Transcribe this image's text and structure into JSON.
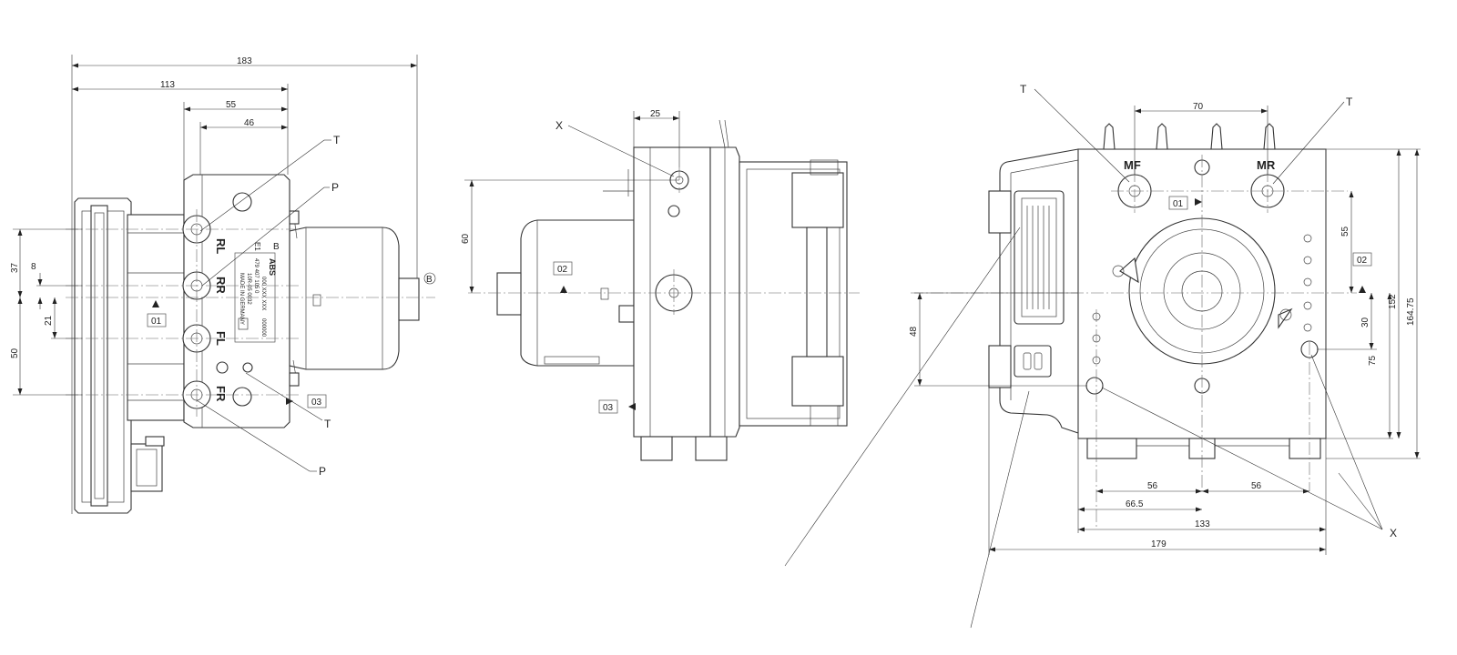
{
  "left_view": {
    "dims": {
      "d183": "183",
      "d113": "113",
      "d55": "55",
      "d46": "46",
      "d37": "37",
      "d8": "8",
      "d21": "21",
      "d50": "50"
    },
    "ports": {
      "rl": "RL",
      "rr": "RR",
      "fl": "FL",
      "fr": "FR"
    },
    "callouts": {
      "t_top": "T",
      "p_top": "P",
      "t_bottom": "T",
      "p_bottom": "P",
      "b_right": "B",
      "b_label": "B"
    },
    "refs": {
      "r01": "01",
      "r03": "03"
    },
    "nameplate": {
      "brand": "ABS",
      "l1": "000 XXX XXX",
      "l2": "479 407 105 0",
      "l3": "10R-05 0032",
      "l4": "MADE IN GERMANY",
      "l5": "000000",
      "mark": "E1"
    }
  },
  "middle_view": {
    "dims": {
      "d25": "25",
      "d60": "60"
    },
    "callouts": {
      "x": "X"
    },
    "refs": {
      "r02": "02",
      "r03": "03"
    }
  },
  "right_view": {
    "dims": {
      "d70": "70",
      "d55": "55",
      "d48": "48",
      "d30": "30",
      "d75": "75",
      "d152": "152",
      "d16475": "164.75",
      "d56a": "56",
      "d56b": "56",
      "d665": "66.5",
      "d133": "133",
      "d179": "179"
    },
    "ports": {
      "mf": "MF",
      "mr": "MR"
    },
    "callouts": {
      "t_left": "T",
      "t_right": "T",
      "x": "X"
    },
    "refs": {
      "r01": "01",
      "r02": "02"
    }
  }
}
